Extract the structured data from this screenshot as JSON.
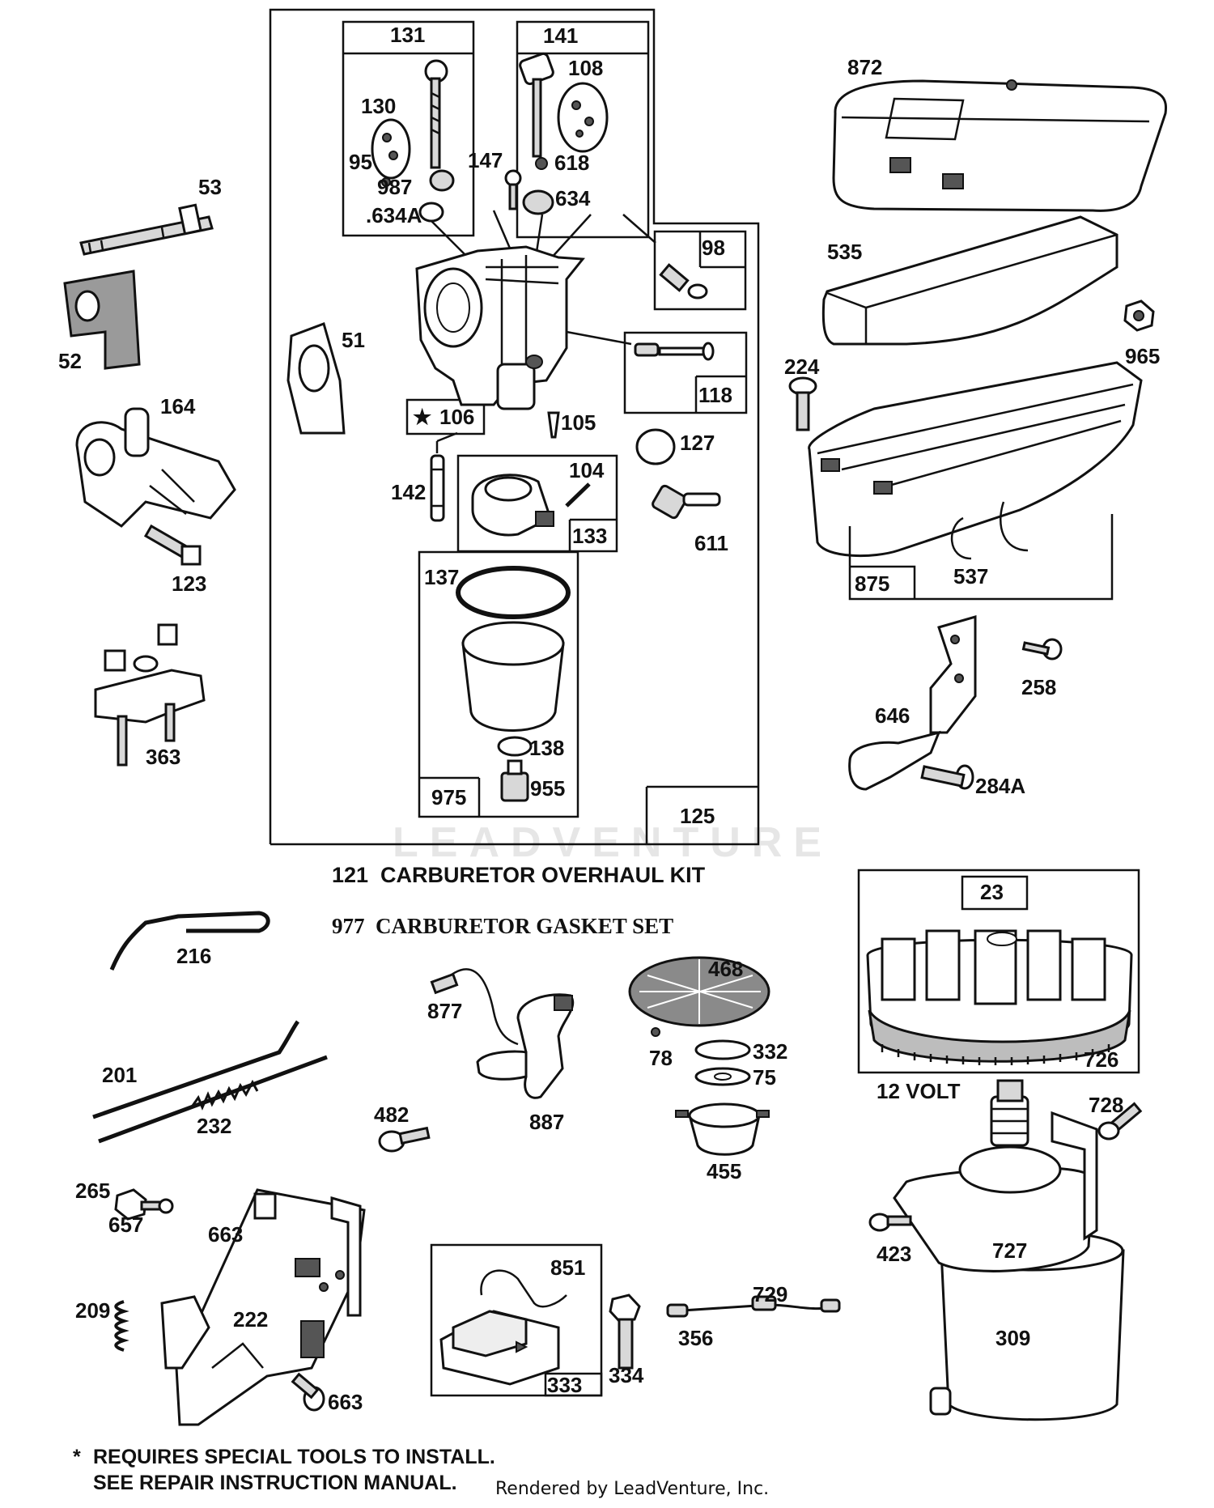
{
  "colors": {
    "ink": "#111111",
    "paper": "#ffffff",
    "watermark": "#e6e6e6"
  },
  "watermark": "LEADVENTURE",
  "footer": {
    "note_star": "*",
    "note_line1": "REQUIRES SPECIAL TOOLS TO INSTALL.",
    "note_line2": "SEE REPAIR INSTRUCTION MANUAL.",
    "rendered_by": "Rendered by LeadVenture, Inc."
  },
  "kits": {
    "overhaul": "121  CARBURETOR OVERHAUL KIT",
    "gasket": "977  CARBURETOR GASKET SET"
  },
  "voltage": "12 VOLT",
  "parts": {
    "p131": "131",
    "p141": "141",
    "p108": "108",
    "p130": "130",
    "p95": "95",
    "p987": "987",
    "p634a": ".634A",
    "p147": "147",
    "p618": "618",
    "p634": "634",
    "p98": "98",
    "p51": "51",
    "p118": "118",
    "p106": "106",
    "p106_star": "★",
    "p105": "105",
    "p127": "127",
    "p104": "104",
    "p142": "142",
    "p133": "133",
    "p611": "611",
    "p137": "137",
    "p138": "138",
    "p955": "955",
    "p975": "975",
    "p125": "125",
    "p53": "53",
    "p52": "52",
    "p164": "164",
    "p123": "123",
    "p363": "363",
    "p872": "872",
    "p535": "535",
    "p965": "965",
    "p224": "224",
    "p875": "875",
    "p537": "537",
    "p646": "646",
    "p258": "258",
    "p284a": "284A",
    "p216": "216",
    "p201": "201",
    "p232": "232",
    "p877": "877",
    "p887": "887",
    "p482": "482",
    "p468": "468",
    "p78": "78",
    "p332": "332",
    "p75": "75",
    "p455": "455",
    "p23": "23",
    "p726": "726",
    "p728": "728",
    "p727": "727",
    "p423": "423",
    "p309": "309",
    "p265": "265",
    "p657": "657",
    "p663a": "663",
    "p209": "209",
    "p222": "222",
    "p663b": "663",
    "p851": "851",
    "p333": "333",
    "p334": "334",
    "p729": "729",
    "p356": "356"
  }
}
